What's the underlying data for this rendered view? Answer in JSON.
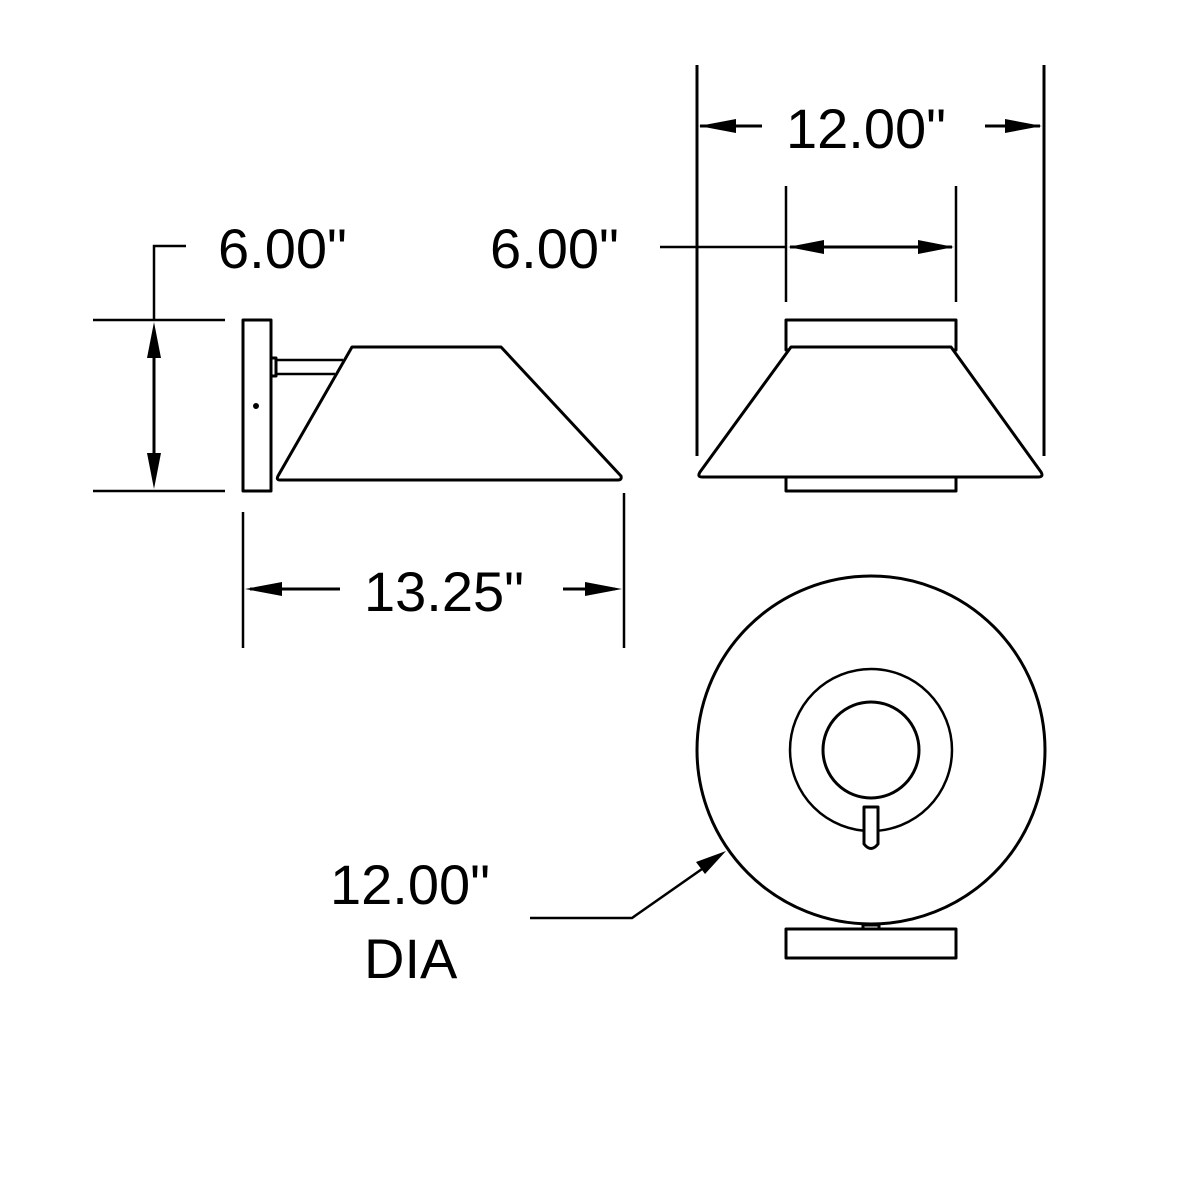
{
  "drawing": {
    "title": "Wall sconce dimension drawing",
    "views": [
      "side-view",
      "front-view",
      "bottom-view"
    ],
    "line_color": "#000000",
    "background": "#ffffff"
  },
  "dimensions": {
    "side_height": "6.00\"",
    "side_projection": "13.25\"",
    "front_width": "12.00\"",
    "front_backplate_width": "6.00\"",
    "bottom_diameter_value": "12.00\"",
    "bottom_diameter_suffix": "DIA"
  }
}
